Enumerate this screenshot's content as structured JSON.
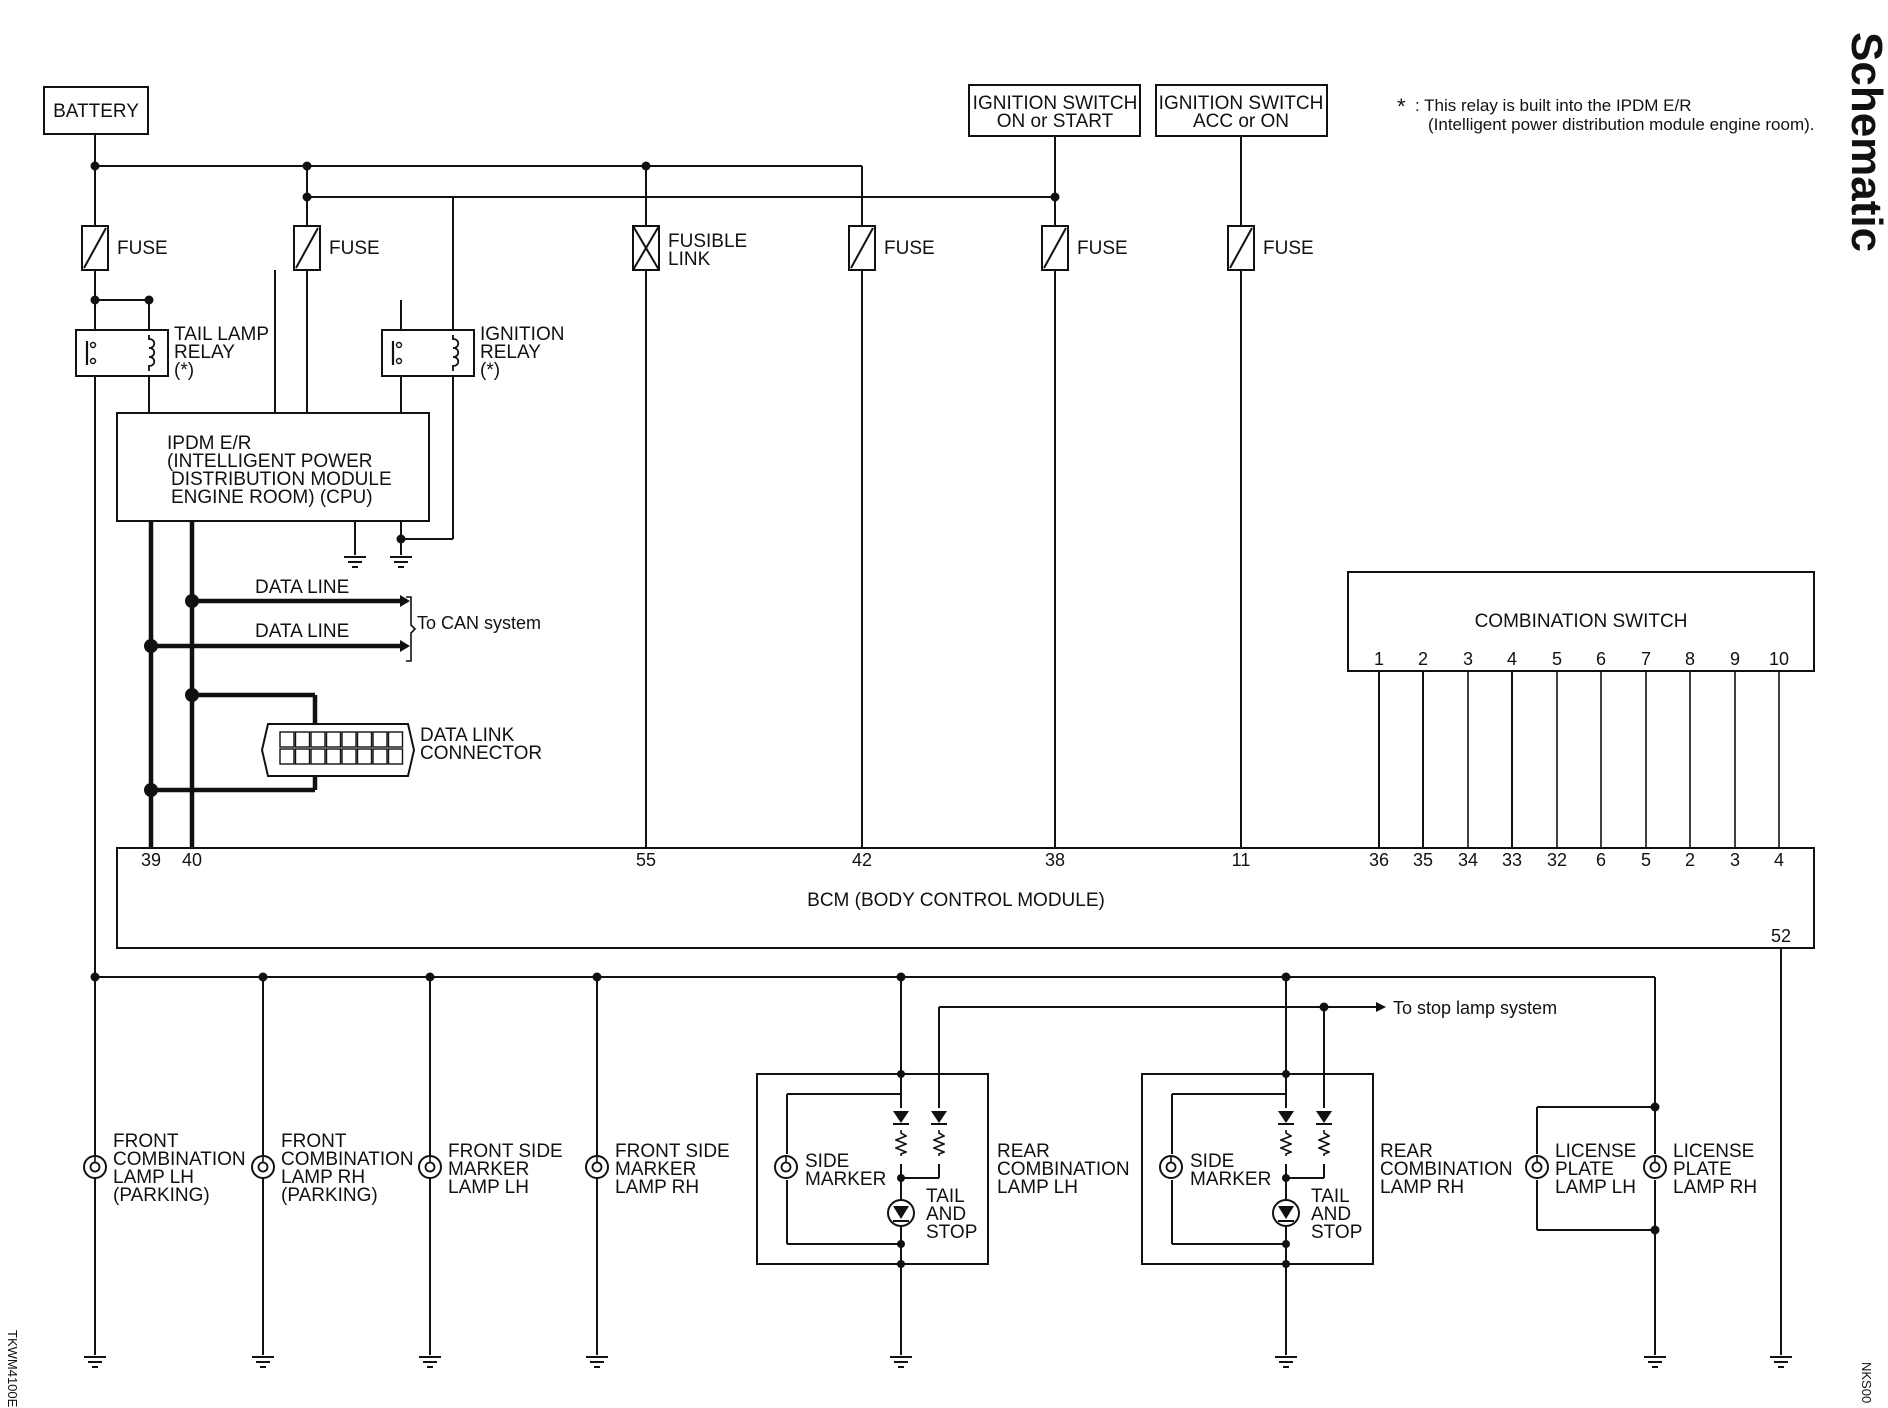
{
  "page_tag": "Schematic",
  "figure_code": "TKWM4100E",
  "corner_code": "NKS00",
  "note": {
    "star": "*",
    "line1": ": This relay is built into the IPDM E/R",
    "line2": "(Intelligent power distribution module engine room)."
  },
  "sources": {
    "battery": "BATTERY",
    "ign_on_start": [
      "IGNITION SWITCH",
      "ON or START"
    ],
    "ign_acc_on": [
      "IGNITION SWITCH",
      "ACC or ON"
    ]
  },
  "fuses": {
    "fuse": "FUSE",
    "fusible_link": [
      "FUSIBLE",
      "LINK"
    ]
  },
  "relays": {
    "tail_lamp": [
      "TAIL LAMP",
      "RELAY",
      "(*)"
    ],
    "ignition": [
      "IGNITION",
      "RELAY",
      "(*)"
    ]
  },
  "ipdm": [
    "IPDM E/R",
    "(INTELLIGENT POWER",
    "DISTRIBUTION MODULE",
    "ENGINE ROOM) (CPU)"
  ],
  "data_lines": {
    "line": "DATA LINE",
    "to_can": "To CAN system"
  },
  "dlc": [
    "DATA LINK",
    "CONNECTOR"
  ],
  "combination_switch": {
    "title": "COMBINATION SWITCH",
    "pins": [
      "1",
      "2",
      "3",
      "4",
      "5",
      "6",
      "7",
      "8",
      "9",
      "10"
    ]
  },
  "bcm": {
    "title": "BCM (BODY CONTROL MODULE)",
    "pins": [
      "39",
      "40",
      "55",
      "42",
      "38",
      "11",
      "36",
      "35",
      "34",
      "33",
      "32",
      "6",
      "5",
      "2",
      "3",
      "4"
    ],
    "ground_pin": "52"
  },
  "to_stop_lamp": "To stop lamp system",
  "lamps": {
    "front_combo_lh": [
      "FRONT",
      "COMBINATION",
      "LAMP LH",
      "(PARKING)"
    ],
    "front_combo_rh": [
      "FRONT",
      "COMBINATION",
      "LAMP RH",
      "(PARKING)"
    ],
    "front_side_lh": [
      "FRONT SIDE",
      "MARKER",
      "LAMP LH"
    ],
    "front_side_rh": [
      "FRONT SIDE",
      "MARKER",
      "LAMP RH"
    ],
    "side_marker": [
      "SIDE",
      "MARKER"
    ],
    "tail_stop": [
      "TAIL",
      "AND",
      "STOP"
    ],
    "rear_combo_lh": [
      "REAR",
      "COMBINATION",
      "LAMP LH"
    ],
    "rear_combo_rh": [
      "REAR",
      "COMBINATION",
      "LAMP RH"
    ],
    "license_lh": [
      "LICENSE",
      "PLATE",
      "LAMP LH"
    ],
    "license_rh": [
      "LICENSE",
      "PLATE",
      "LAMP RH"
    ]
  }
}
